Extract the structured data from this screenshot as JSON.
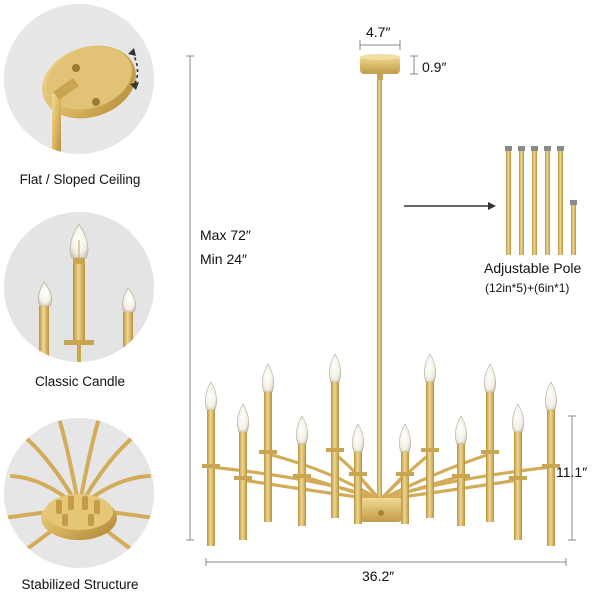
{
  "features": [
    {
      "label": "Flat / Sloped Ceiling",
      "icon": "ceiling-canopy-icon"
    },
    {
      "label": "Classic Candle",
      "icon": "candle-bulb-icon"
    },
    {
      "label": "Stabilized Structure",
      "icon": "arm-structure-icon"
    }
  ],
  "dimensions": {
    "canopy_width": "4.7″",
    "canopy_height": "0.9″",
    "chain_max": "Max 72″",
    "chain_min": "Min 24″",
    "body_height": "11.1″",
    "body_width": "36.2″"
  },
  "pole": {
    "title": "Adjustable Pole",
    "detail": "(12in*5)+(6in*1)"
  },
  "colors": {
    "gold": "#d9b45e",
    "gold_dark": "#b8923e",
    "gold_light": "#ead08c",
    "dimension_line": "#8a8a8a",
    "circle_bg": "#e6e6e6"
  }
}
